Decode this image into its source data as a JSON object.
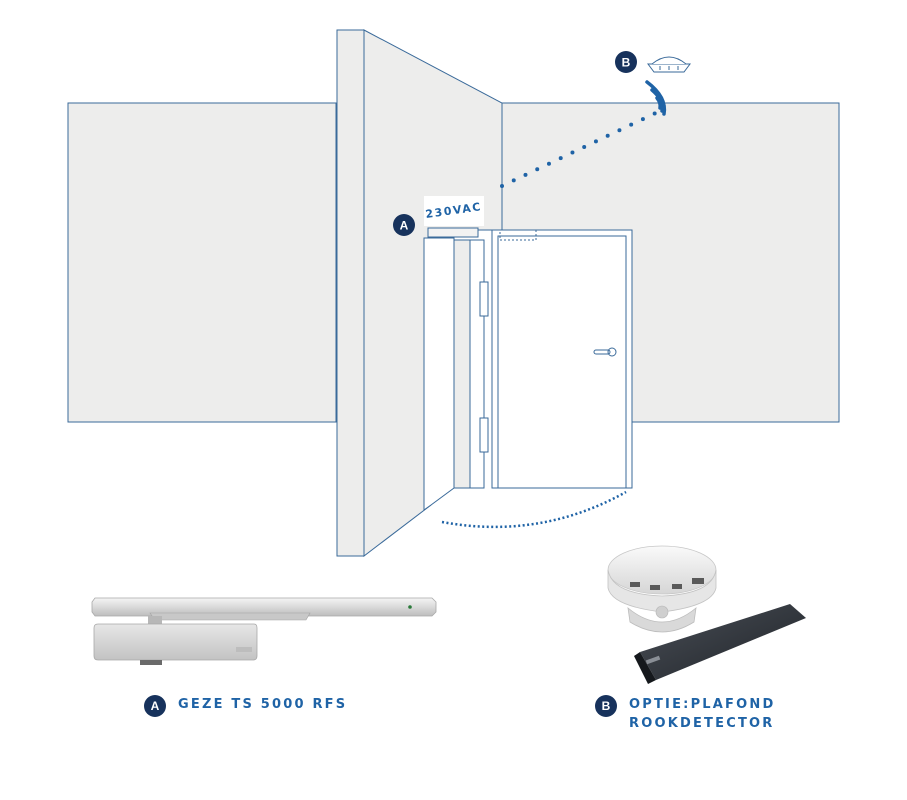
{
  "colors": {
    "navy": "#17325c",
    "blue": "#1f63a6",
    "wall": "#ededec",
    "line": "#3a6a9a"
  },
  "labels": {
    "marker_a": "A",
    "marker_b": "B",
    "voltage": "230VAC"
  },
  "captions": {
    "a": {
      "badge": "A",
      "line1": "GEZE TS 5000 RFS"
    },
    "b": {
      "badge": "B",
      "line1": "OPTIE:PLAFOND",
      "line2": "ROOKDETECTOR"
    }
  },
  "icons": [
    "wifi-signal-icon",
    "smoke-detector-icon",
    "door-handle-icon"
  ]
}
